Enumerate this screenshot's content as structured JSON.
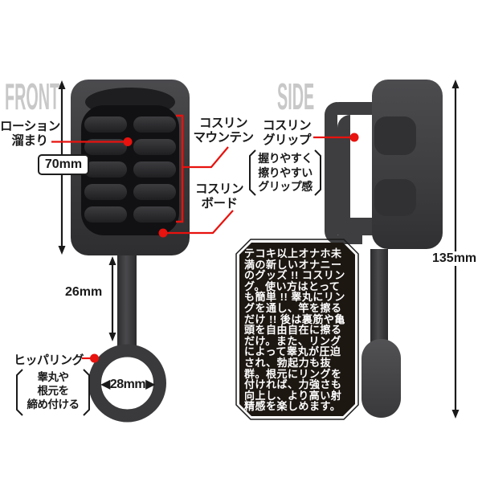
{
  "meta": {
    "type": "product-annotation-diagram",
    "background": "#ffffff"
  },
  "colors": {
    "accent_red": "#e8120e",
    "view_title_gray": "#c8c8c8",
    "label_black": "#1a1a1a",
    "product_body": "#3b3b3d",
    "product_cavity": "#111113",
    "infobox_bg": "#1d1712",
    "infobox_text": "#ffffff"
  },
  "front_view": {
    "title": "FRONT",
    "lotion_pool": {
      "lines": [
        "ローション",
        "溜まり"
      ]
    },
    "body_height": "70mm",
    "mounten": {
      "lines": [
        "コスリン",
        "マウンテン"
      ]
    },
    "board": {
      "lines": [
        "コスリン",
        "ボード"
      ]
    },
    "stem_length": "26mm",
    "ring": {
      "name": "ヒッパリング",
      "note_lines": [
        "睾丸や",
        "根元を",
        "締め付ける"
      ],
      "inner_diameter": "28mm",
      "arrow_left": "◀",
      "arrow_right": "▶"
    }
  },
  "side_view": {
    "title": "SIDE",
    "grip": {
      "lines": [
        "コスリン",
        "グリップ"
      ],
      "note_lines": [
        "握りやすく",
        "擦りやすい",
        "グリップ感"
      ]
    },
    "total_height": "135mm"
  },
  "description_box": {
    "text": "テコキ以上オナホ未満の新しいオナニーのグッズ !! コスリング。使い方はとっても簡単 !! 睾丸にリングを通し、竿を擦るだけ !! 後は裏筋や亀頭を自由自在に擦るだけ。また、リングによって睾丸が圧迫され、勃起力も抜群。根元にリングを付ければ、力強さも向上し、より高い射精感を楽しめます。"
  }
}
